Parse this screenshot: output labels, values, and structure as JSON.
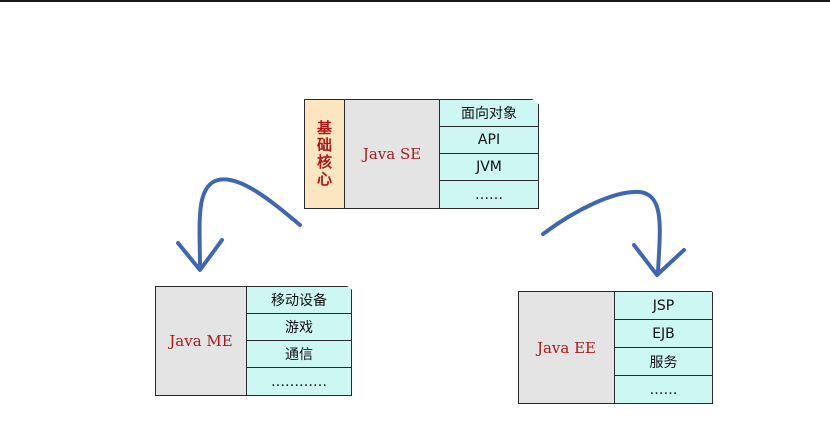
{
  "se": {
    "side_label": "基础核心",
    "title": "Java SE",
    "rows": [
      "面向对象",
      "API",
      "JVM",
      "……"
    ]
  },
  "me": {
    "title": "Java ME",
    "rows": [
      "移动设备",
      "游戏",
      "通信",
      "…………"
    ]
  },
  "ee": {
    "title": "Java EE",
    "rows": [
      "JSP",
      "EJB",
      "服务",
      "……"
    ]
  },
  "colors": {
    "title_red": "#b01818",
    "row_cyan": "#ccf7f2",
    "side_beige": "#fbe6bf",
    "cell_gray": "#e4e4e4",
    "arrow_blue": "#3f67b0"
  }
}
